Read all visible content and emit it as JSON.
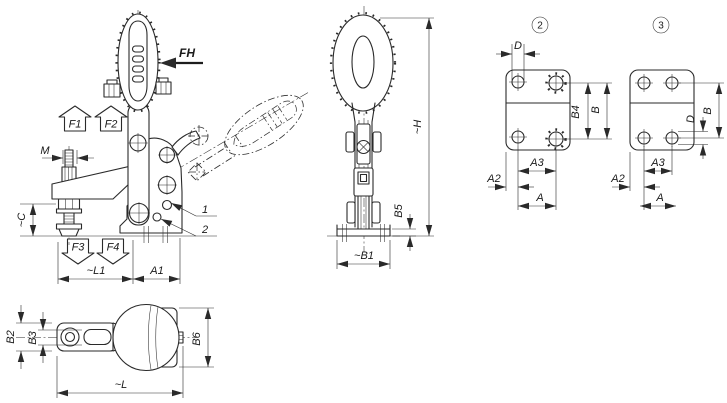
{
  "drawing": {
    "background": "#ffffff",
    "line_color": "#2a2a2a",
    "type": "technical-drawing-vertical-toggle-clamp"
  },
  "main_view": {
    "handle_force_label": "FH",
    "force_arrow_1": "F1",
    "force_arrow_2": "F2",
    "force_arrow_3": "F3",
    "force_arrow_4": "F4",
    "thread_label": "M",
    "clamp_height_label": "~C",
    "length_label": "~L1",
    "base_length_label": "A1",
    "callout_1": "1",
    "callout_2": "2"
  },
  "side_view": {
    "height_label": "~H",
    "foot_thickness_label": "B5",
    "width_label": "~B1"
  },
  "plate_view_2": {
    "number": "2",
    "hole_dia_label": "D",
    "hole_spacing_label": "B4",
    "height_label": "B",
    "hole_pitch_label": "A3",
    "edge_distance_label": "A2",
    "width_label": "A"
  },
  "plate_view_3": {
    "number": "3",
    "hole_dia_label": "D",
    "height_label": "B",
    "hole_pitch_label": "A3",
    "edge_distance_label": "A2",
    "width_label": "A"
  },
  "top_view": {
    "arm_width_label": "B2",
    "slot_width_label": "B3",
    "plate_width_label": "B6",
    "length_label": "~L"
  }
}
